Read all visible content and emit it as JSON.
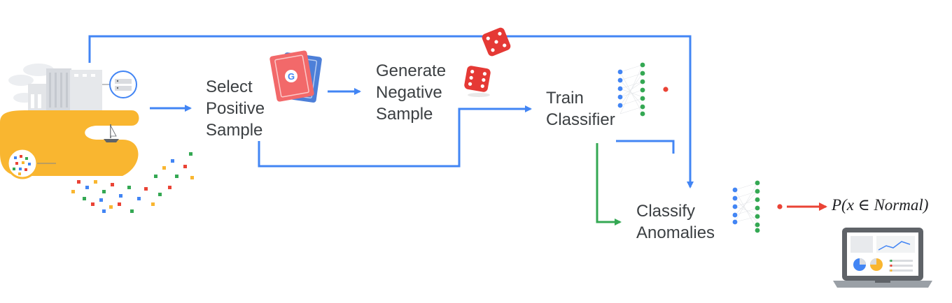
{
  "steps": {
    "select": [
      "Select",
      "Positive",
      "Sample"
    ],
    "generate": [
      "Generate",
      "Negative",
      "Sample"
    ],
    "train": [
      "Train",
      "Classifier"
    ],
    "classify": [
      "Classify",
      "Anomalies"
    ]
  },
  "output": {
    "formula": "P(x ∈ Normal)"
  },
  "icons": [
    "city-data-lake-illustration",
    "playing-cards-icon",
    "dice-icon",
    "neural-network-icon",
    "laptop-dashboard-icon"
  ],
  "colors": {
    "blue_arrow": "#4285f4",
    "green_arrow": "#34a853",
    "red_arrow": "#ea4335",
    "yellow": "#f9b630"
  }
}
